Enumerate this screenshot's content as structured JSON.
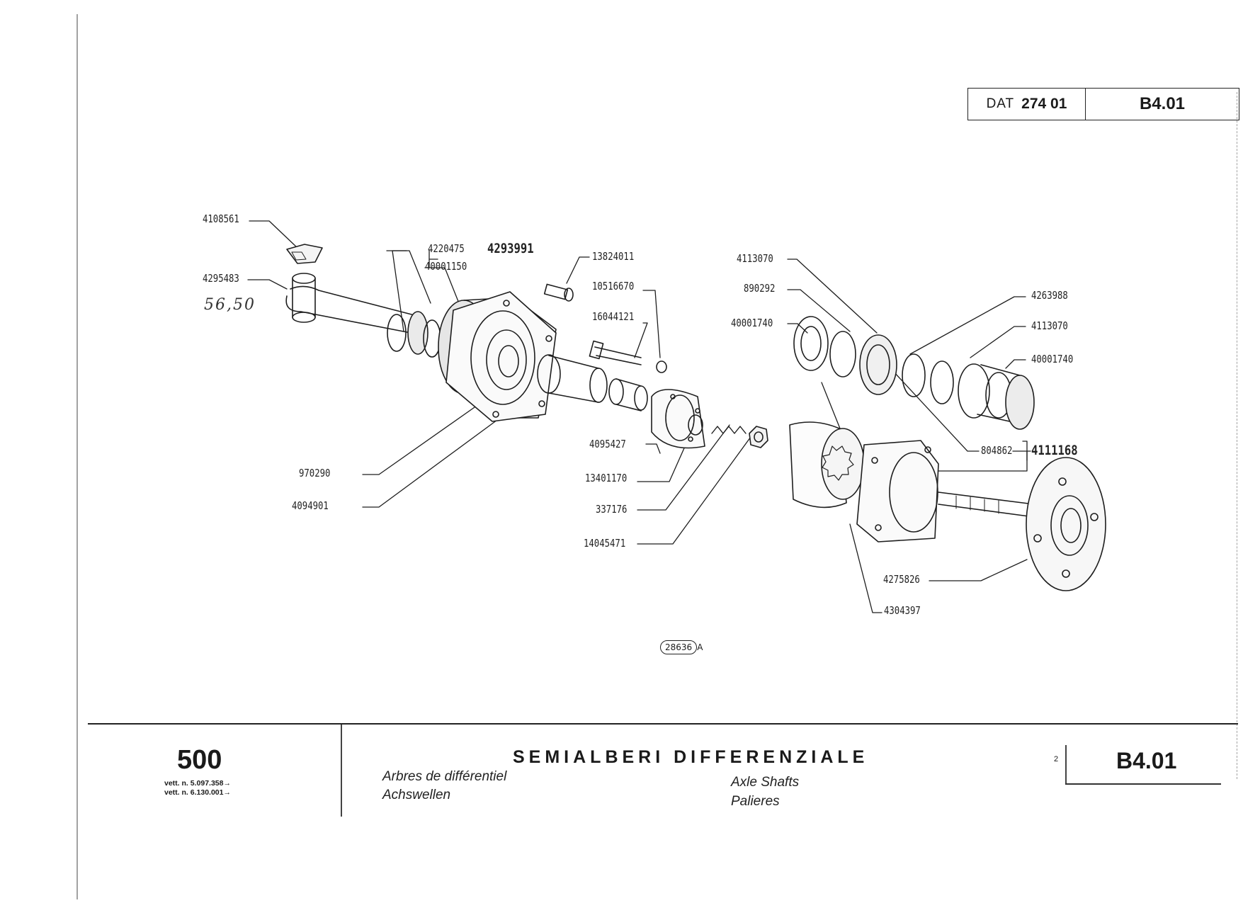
{
  "header": {
    "dat_label": "DAT",
    "dat_number": "274 01",
    "code": "B4.01"
  },
  "labels": [
    {
      "id": "4108561",
      "text": "4108561"
    },
    {
      "id": "4295483",
      "text": "4295483"
    },
    {
      "id": "4220475",
      "text": "4220475"
    },
    {
      "id": "4293991",
      "text": "4293991"
    },
    {
      "id": "40001150",
      "text": "40001150"
    },
    {
      "id": "13824011",
      "text": "13824011"
    },
    {
      "id": "10516670",
      "text": "10516670"
    },
    {
      "id": "16044121",
      "text": "16044121"
    },
    {
      "id": "4113070a",
      "text": "4113070"
    },
    {
      "id": "890292",
      "text": "890292"
    },
    {
      "id": "40001740a",
      "text": "40001740"
    },
    {
      "id": "4263988",
      "text": "4263988"
    },
    {
      "id": "4113070b",
      "text": "4113070"
    },
    {
      "id": "40001740b",
      "text": "40001740"
    },
    {
      "id": "4095427",
      "text": "4095427"
    },
    {
      "id": "804862",
      "text": "804862"
    },
    {
      "id": "4111168",
      "text": "4111168"
    },
    {
      "id": "970290",
      "text": "970290"
    },
    {
      "id": "13401170",
      "text": "13401170"
    },
    {
      "id": "4094901",
      "text": "4094901"
    },
    {
      "id": "337176",
      "text": "337176"
    },
    {
      "id": "14045471",
      "text": "14045471"
    },
    {
      "id": "4275826",
      "text": "4275826"
    },
    {
      "id": "4304397",
      "text": "4304397"
    }
  ],
  "handwritten_note": "56,50",
  "figure_ref": {
    "number": "28636",
    "suffix": "A"
  },
  "footer": {
    "model": "500",
    "vett1": "vett. n. 5.097.358→",
    "vett2": "vett. n. 6.130.001→",
    "title_it": "SEMIALBERI DIFFERENZIALE",
    "title_fr": "Arbres de différentiel",
    "title_de": "Achswellen",
    "title_en": "Axle Shafts",
    "title_es": "Palieres",
    "page": "2",
    "code": "B4.01"
  }
}
